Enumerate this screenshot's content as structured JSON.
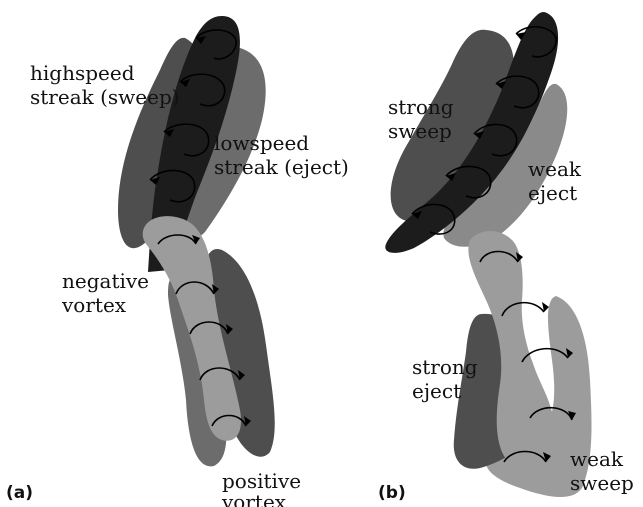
{
  "panel_a": {
    "tag": "(a)",
    "labels": {
      "highspeed_l1": "highspeed",
      "highspeed_l2": "streak (sweep)",
      "lowspeed_l1": "lowspeed",
      "lowspeed_l2": "streak (eject)",
      "negative_l1": "negative",
      "negative_l2": "vortex",
      "positive_l1": "positive",
      "positive_l2": "vortex"
    }
  },
  "panel_b": {
    "tag": "(b)",
    "labels": {
      "strong_sweep_l1": "strong",
      "strong_sweep_l2": "sweep",
      "weak_eject_l1": "weak",
      "weak_eject_l2": "eject",
      "strong_eject_l1": "strong",
      "strong_eject_l2": "eject",
      "weak_sweep_l1": "weak",
      "weak_sweep_l2": "sweep"
    }
  },
  "colors": {
    "dark_streak": "#1c1c1c",
    "medium_streak": "#4e4e4e",
    "grey_streak": "#6c6c6c",
    "light_vortex": "#9c9c9c",
    "ink": "#000000"
  }
}
